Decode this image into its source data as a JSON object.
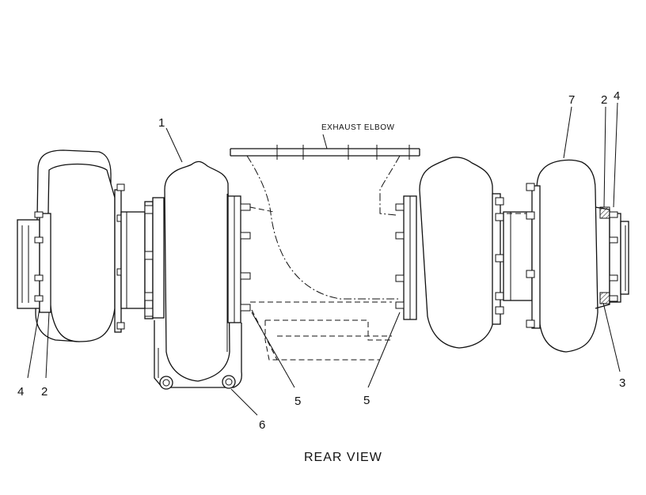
{
  "labels": {
    "exhaust_elbow": "EXHAUST ELBOW",
    "view_title": "REAR VIEW"
  },
  "callouts": {
    "c1": "1",
    "c2_left": "2",
    "c4_left": "4",
    "c5_left": "5",
    "c5_right": "5",
    "c6": "6",
    "c7": "7",
    "c2_right": "2",
    "c4_right": "4",
    "c3": "3"
  },
  "colors": {
    "line": "#111111",
    "background": "#ffffff"
  }
}
